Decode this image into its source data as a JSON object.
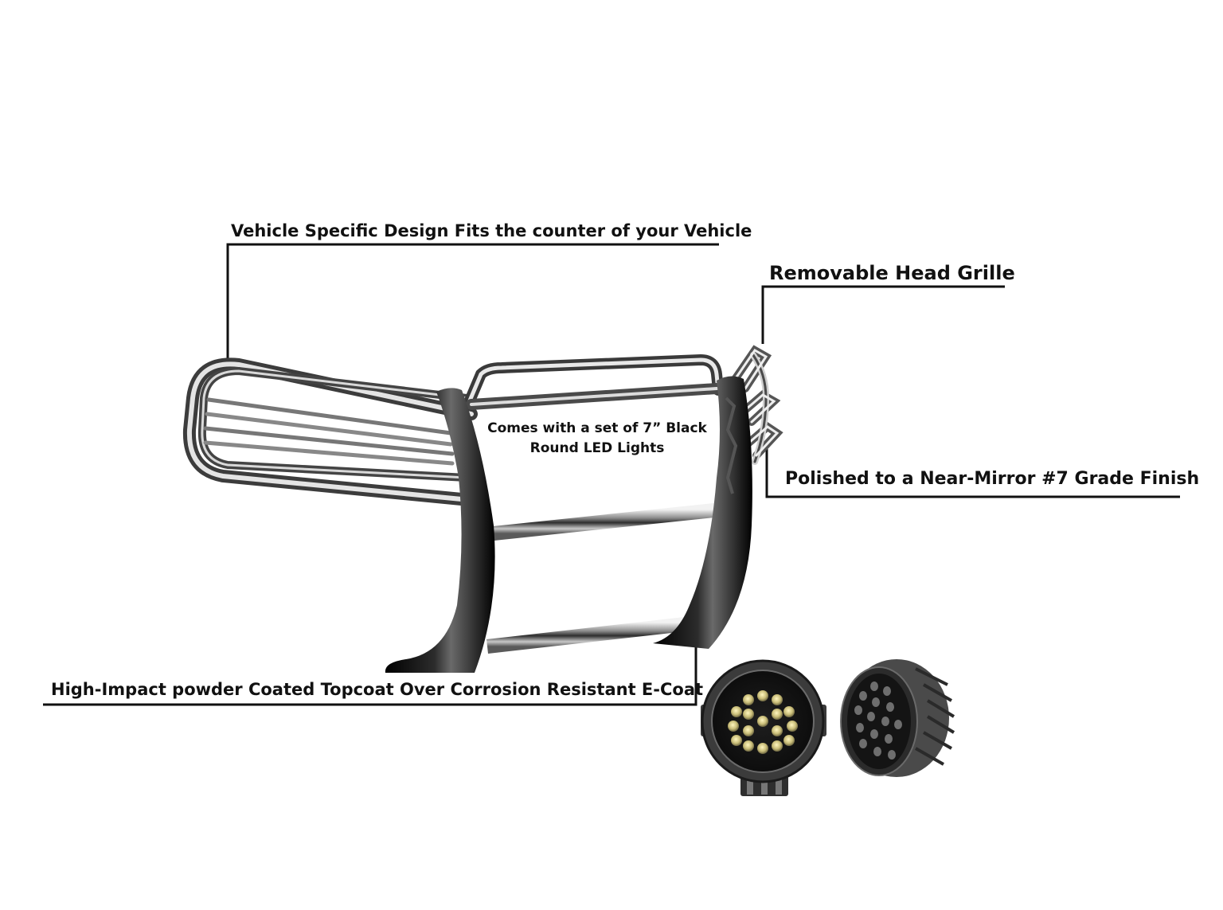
{
  "callouts": {
    "vehicle_design": "Vehicle Specific Design Fits the counter of your Vehicle",
    "removable_grille": "Removable Head Grille",
    "polished_finish": "Polished to a Near-Mirror #7 Grade Finish",
    "powder_coat": "High-Impact powder Coated Topcoat Over Corrosion Resistant E-Coat",
    "led_lights": "Comes with a set of 7” Black Round LED Lights"
  },
  "colors": {
    "leader_line": "#111111",
    "chrome_dark": "#3a3a3a",
    "chrome_mid": "#9a9a9a",
    "chrome_light": "#e6e6e6",
    "black_upright": "#0b0b0b",
    "led_body": "#2a2a2a",
    "led_chip": "#d8cf92"
  }
}
